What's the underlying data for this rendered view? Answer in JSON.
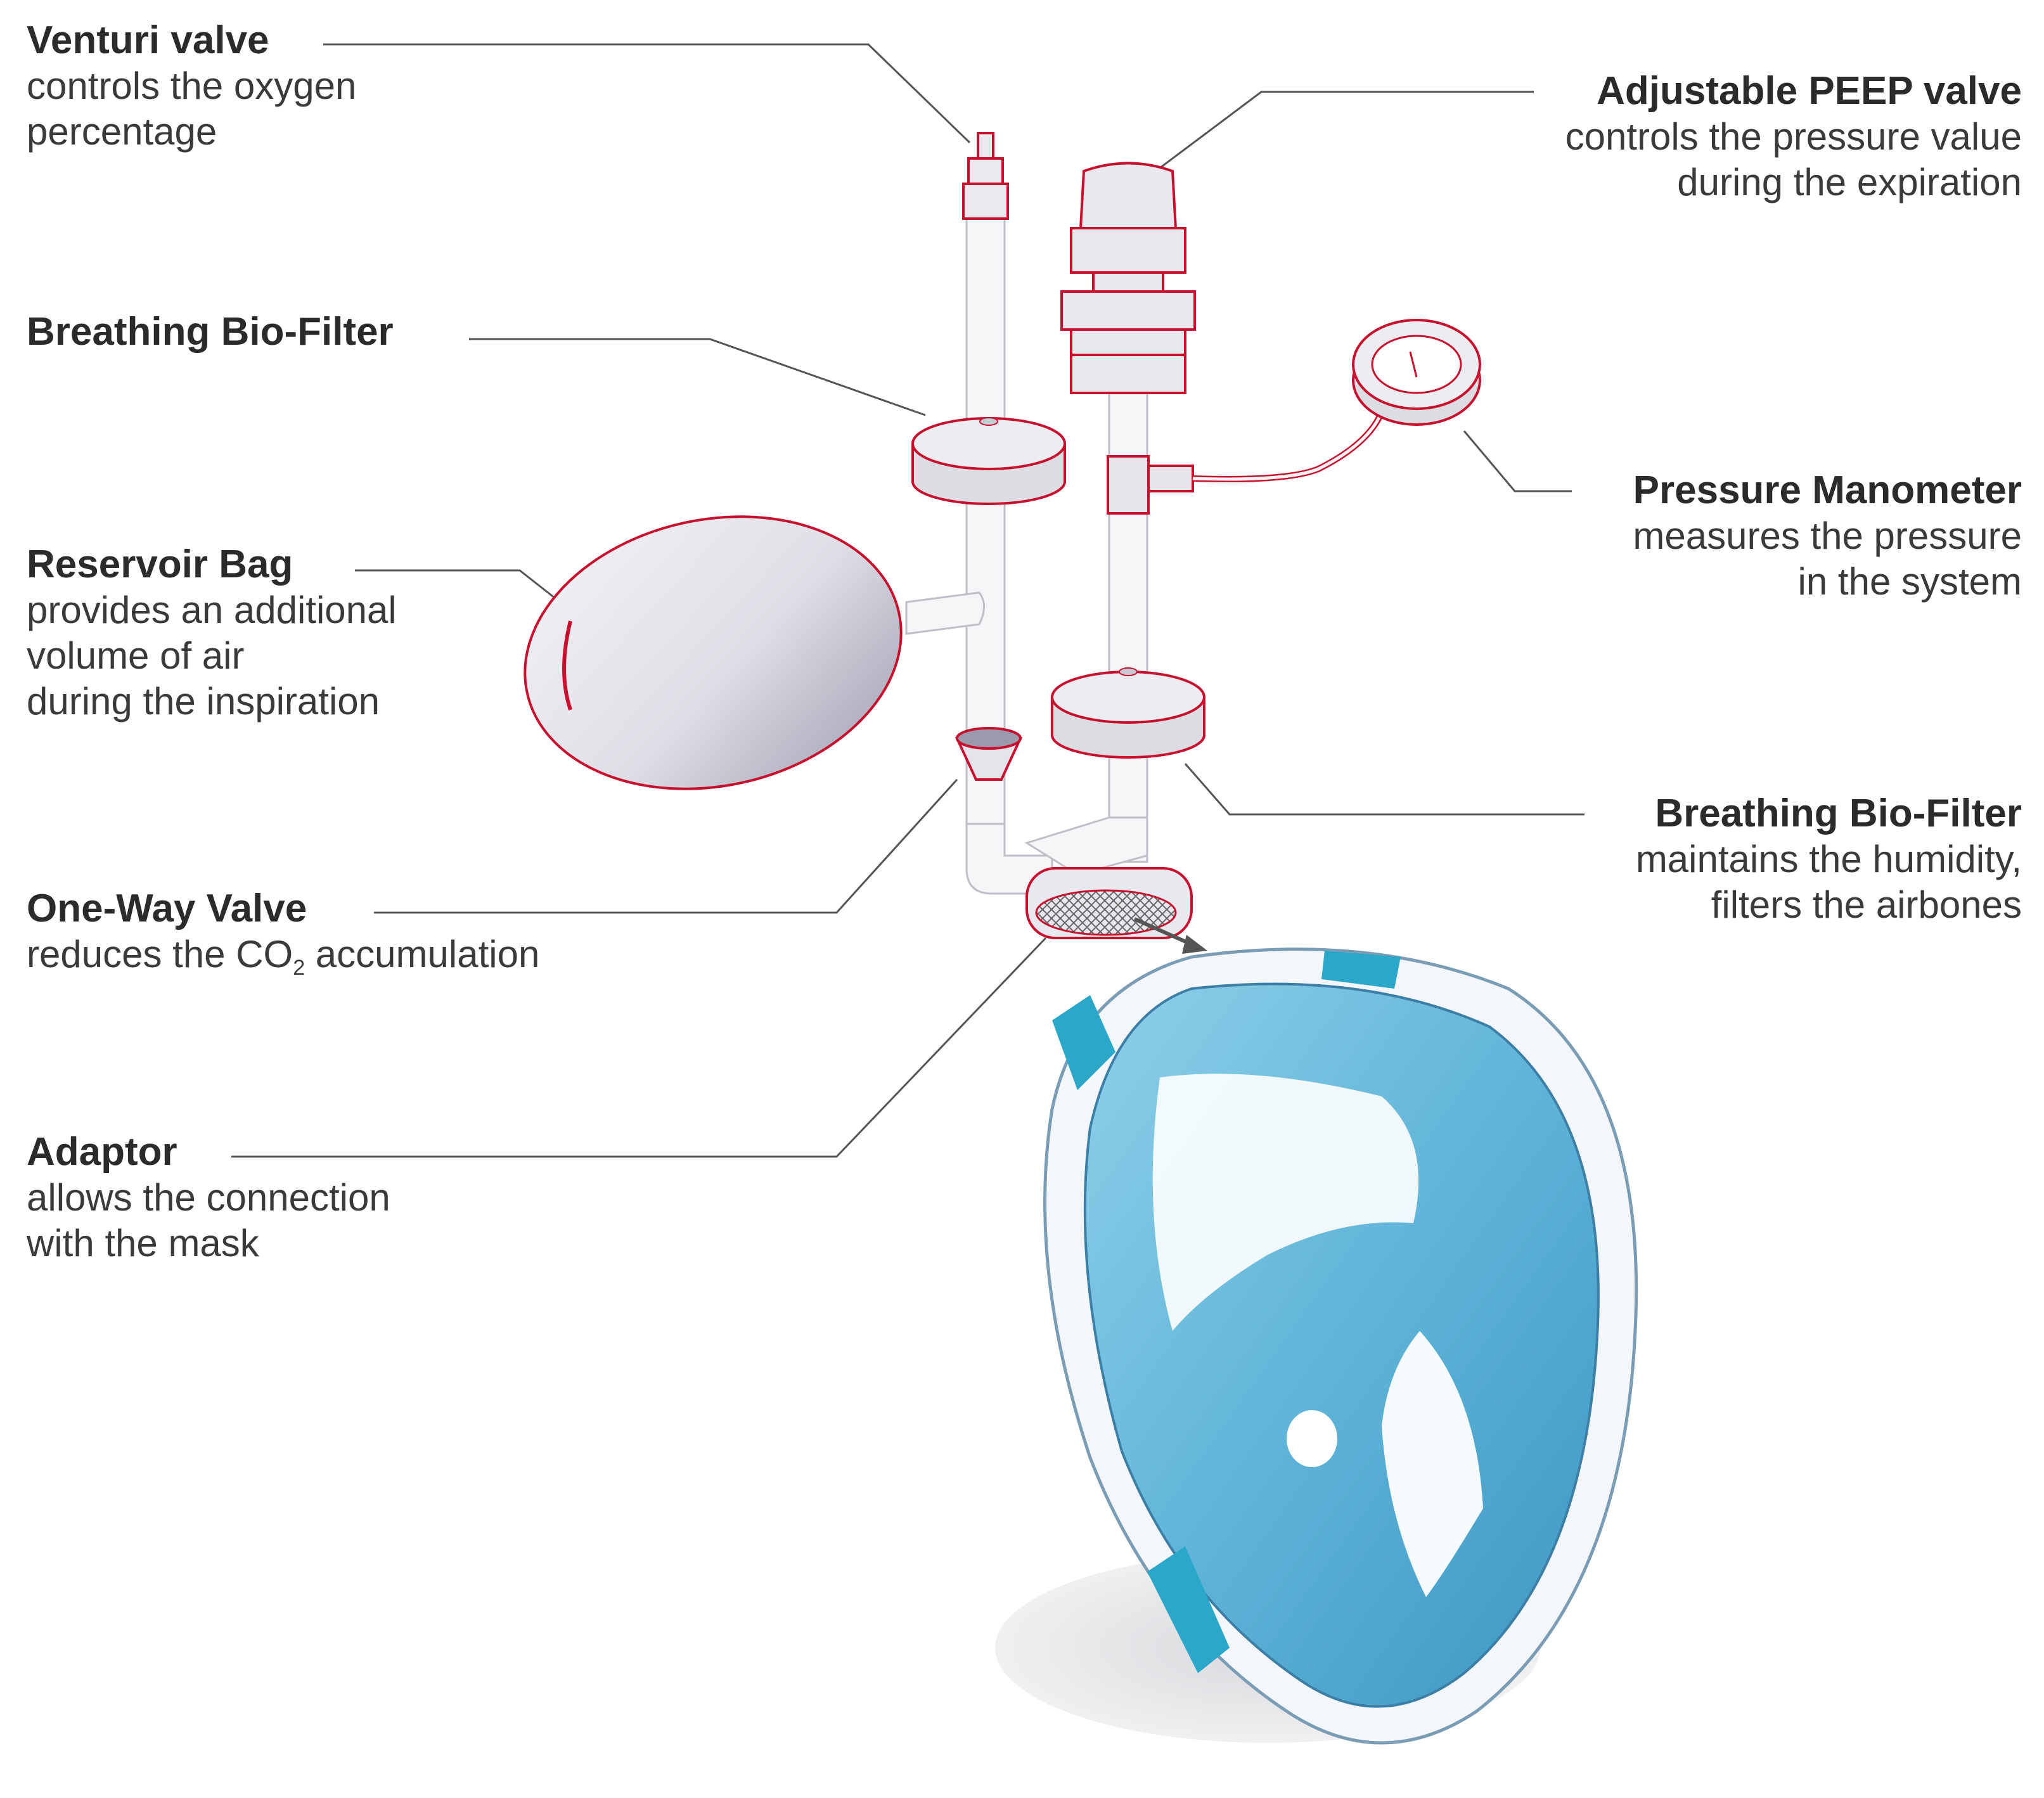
{
  "labels": {
    "venturi": {
      "title": "Venturi valve",
      "lines": [
        "controls the oxygen",
        "percentage"
      ]
    },
    "biofilter_top": {
      "title": "Breathing Bio-Filter"
    },
    "reservoir": {
      "title": "Reservoir Bag",
      "lines": [
        "provides an additional",
        "volume of air",
        "during the inspiration"
      ]
    },
    "oneway": {
      "title": "One-Way Valve",
      "line_prefix": "reduces the CO",
      "line_sub": "2",
      "line_suffix": " accumulation"
    },
    "adaptor": {
      "title": "Adaptor",
      "lines": [
        "allows the connection",
        "with the mask"
      ]
    },
    "peep": {
      "title": "Adjustable PEEP valve",
      "lines": [
        "controls the pressure value",
        "during the expiration"
      ]
    },
    "manometer": {
      "title": "Pressure Manometer",
      "lines": [
        "measures the pressure",
        "in the system"
      ]
    },
    "biofilter_bottom": {
      "title": "Breathing Bio-Filter",
      "lines": [
        "maintains the humidity,",
        "filters the airbones"
      ]
    }
  },
  "colors": {
    "outline_red": "#c8102e",
    "part_fill": "#e6e6ec",
    "tube_fill": "#f4f4f7",
    "mask_blue": "#5fb4d8",
    "mask_teal": "#2aa7c9",
    "leader": "#555555"
  }
}
